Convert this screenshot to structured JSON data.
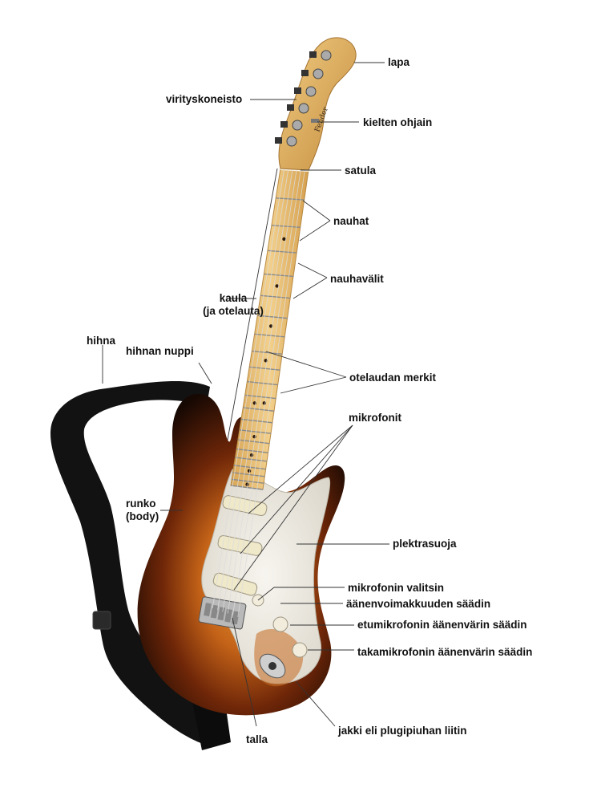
{
  "labels": {
    "lapa": "lapa",
    "virityskoneisto": "virityskoneisto",
    "kielten_ohjain": "kielten ohjain",
    "satula": "satula",
    "nauhat": "nauhat",
    "nauhavalit": "nauhavälit",
    "kaula_1": "kaula",
    "kaula_2": "(ja otelauta)",
    "hihna": "hihna",
    "hihnan_nuppi": "hihnan nuppi",
    "otelaudan_merkit": "otelaudan merkit",
    "mikrofonit": "mikrofonit",
    "runko_1": "runko",
    "runko_2": "(body)",
    "plektrasuoja": "plektrasuoja",
    "mikrofonin_valitsin": "mikrofonin valitsin",
    "aanenvoimakkuuden_saadin": "äänenvoimakkuuden säädin",
    "etumikrofonin_saadin": "etumikrofonin äänenvärin säädin",
    "takamikrofonin_saadin": "takamikrofonin äänenvärin säädin",
    "talla": "talla",
    "jakki": "jakki eli plugipiuhan liitin"
  },
  "colors": {
    "body_sunburst_dark": "#1a0c05",
    "body_sunburst_mid": "#7a2f0c",
    "body_sunburst_center": "#d9801e",
    "maple": "#ecc57a",
    "pearl": "#efece4",
    "strap": "#111111",
    "line": "#333333"
  }
}
